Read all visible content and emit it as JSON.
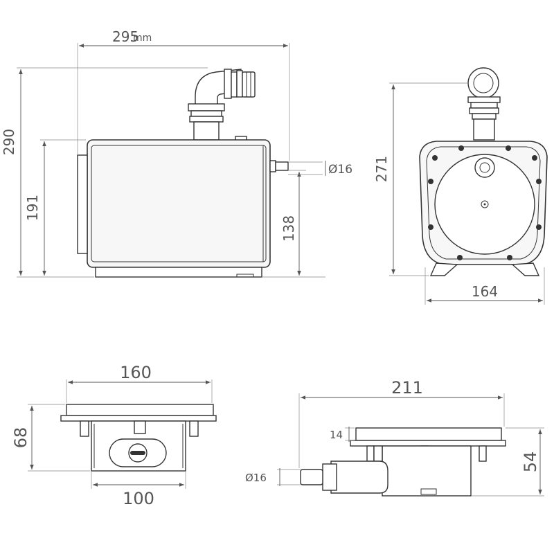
{
  "units_label": "mm",
  "views": {
    "side": {
      "width": "295",
      "total_height": "290",
      "body_height": "191",
      "inlet_height": "138",
      "inlet_diameter": "Ø16"
    },
    "front": {
      "height": "271",
      "width": "164"
    },
    "plan": {
      "width": "160",
      "height": "68",
      "inner_width": "100"
    },
    "section": {
      "width": "211",
      "height": "54",
      "flange": "14",
      "pipe_diameter": "Ø16"
    }
  },
  "colors": {
    "line": "#333333",
    "dimension": "#555555",
    "background": "#ffffff"
  }
}
